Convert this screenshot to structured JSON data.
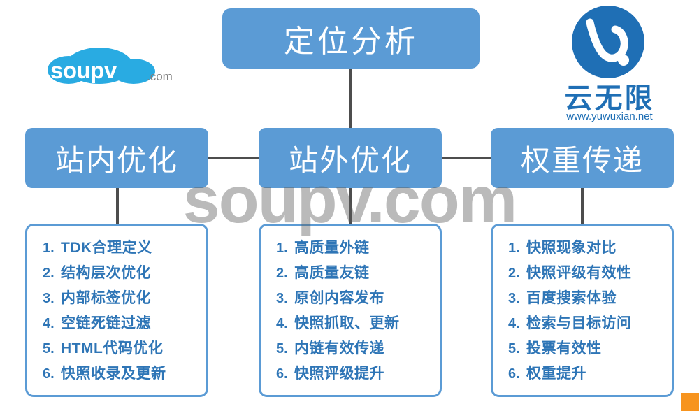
{
  "diagram": {
    "top_node": {
      "label": "定位分析"
    },
    "mid_nodes": [
      {
        "label": "站内优化"
      },
      {
        "label": "站外优化"
      },
      {
        "label": "权重传递"
      }
    ],
    "lists": [
      {
        "items": [
          {
            "num": "1.",
            "label": "TDK合理定义"
          },
          {
            "num": "2.",
            "label": "结构层次优化"
          },
          {
            "num": "3.",
            "label": "内部标签优化"
          },
          {
            "num": "4.",
            "label": "空链死链过滤"
          },
          {
            "num": "5.",
            "label": "HTML代码优化"
          },
          {
            "num": "6.",
            "label": "快照收录及更新"
          }
        ]
      },
      {
        "items": [
          {
            "num": "1.",
            "label": "高质量外链"
          },
          {
            "num": "2.",
            "label": "高质量友链"
          },
          {
            "num": "3.",
            "label": "原创内容发布"
          },
          {
            "num": "4.",
            "label": "快照抓取、更新"
          },
          {
            "num": "5.",
            "label": "内链有效传递"
          },
          {
            "num": "6.",
            "label": "快照评级提升"
          }
        ]
      },
      {
        "items": [
          {
            "num": "1.",
            "label": "快照现象对比"
          },
          {
            "num": "2.",
            "label": "快照评级有效性"
          },
          {
            "num": "3.",
            "label": "百度搜索体验"
          },
          {
            "num": "4.",
            "label": "检索与目标访问"
          },
          {
            "num": "5.",
            "label": "投票有效性"
          },
          {
            "num": "6.",
            "label": "权重提升"
          }
        ]
      }
    ]
  },
  "logos": {
    "soupv": {
      "wordmark": "soupv",
      "suffix": ".com"
    },
    "yuwuxian": {
      "name": "云无限",
      "url": "www.yuwuxian.net"
    }
  },
  "watermark": {
    "text": "soupv.com"
  },
  "colors": {
    "node_fill": "#5b9bd5",
    "text_blue": "#2e75b6",
    "logo_blue": "#1f6fb5",
    "cloud_blue": "#29abe2",
    "connector": "#4d4d4d",
    "corner_badge": "#f7941e"
  }
}
